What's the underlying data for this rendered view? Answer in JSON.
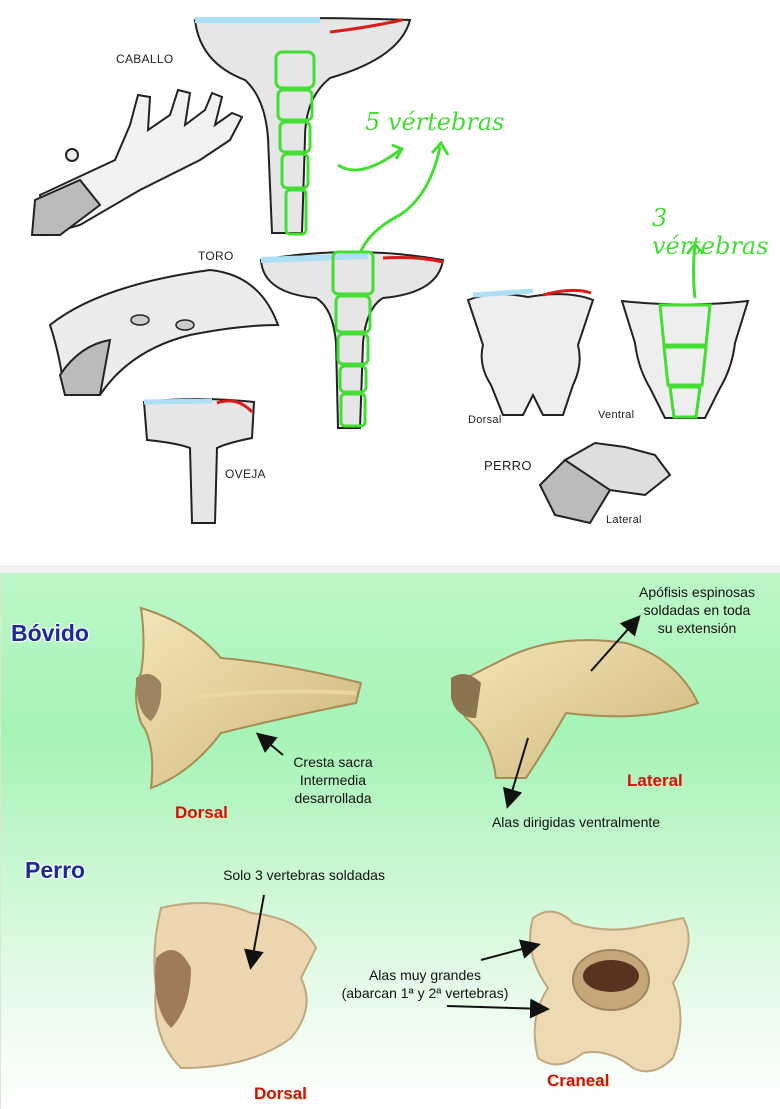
{
  "top": {
    "labels": {
      "caballo": "CABALLO",
      "toro": "TORO",
      "oveja": "OVEJA",
      "perro": "PERRO",
      "dorsal": "Dorsal",
      "ventral": "Ventral",
      "lateral": "Lateral"
    },
    "annotations": {
      "five": "5 vértebras",
      "three": "3 vértebras"
    },
    "colors": {
      "highlight": "#44dd33",
      "crest": "#dd1a1a",
      "base": "#aee0f5"
    }
  },
  "bottom": {
    "bovido": {
      "title": "Bóvido",
      "view_dorsal": "Dorsal",
      "view_lateral": "Lateral",
      "note_spinous": [
        "Apófisis espinosas",
        "soldadas en toda",
        "su extensión"
      ],
      "note_crest": [
        "Cresta sacra",
        "Intermedia",
        "desarrollada"
      ],
      "note_wings": "Alas dirigidas ventralmente"
    },
    "perro": {
      "title": "Perro",
      "view_dorsal": "Dorsal",
      "view_cranial": "Craneal",
      "note_three": "Solo 3 vertebras soldadas",
      "note_wings": [
        "Alas muy grandes",
        "(abarcan 1ª y 2ª vertebras)"
      ]
    }
  }
}
